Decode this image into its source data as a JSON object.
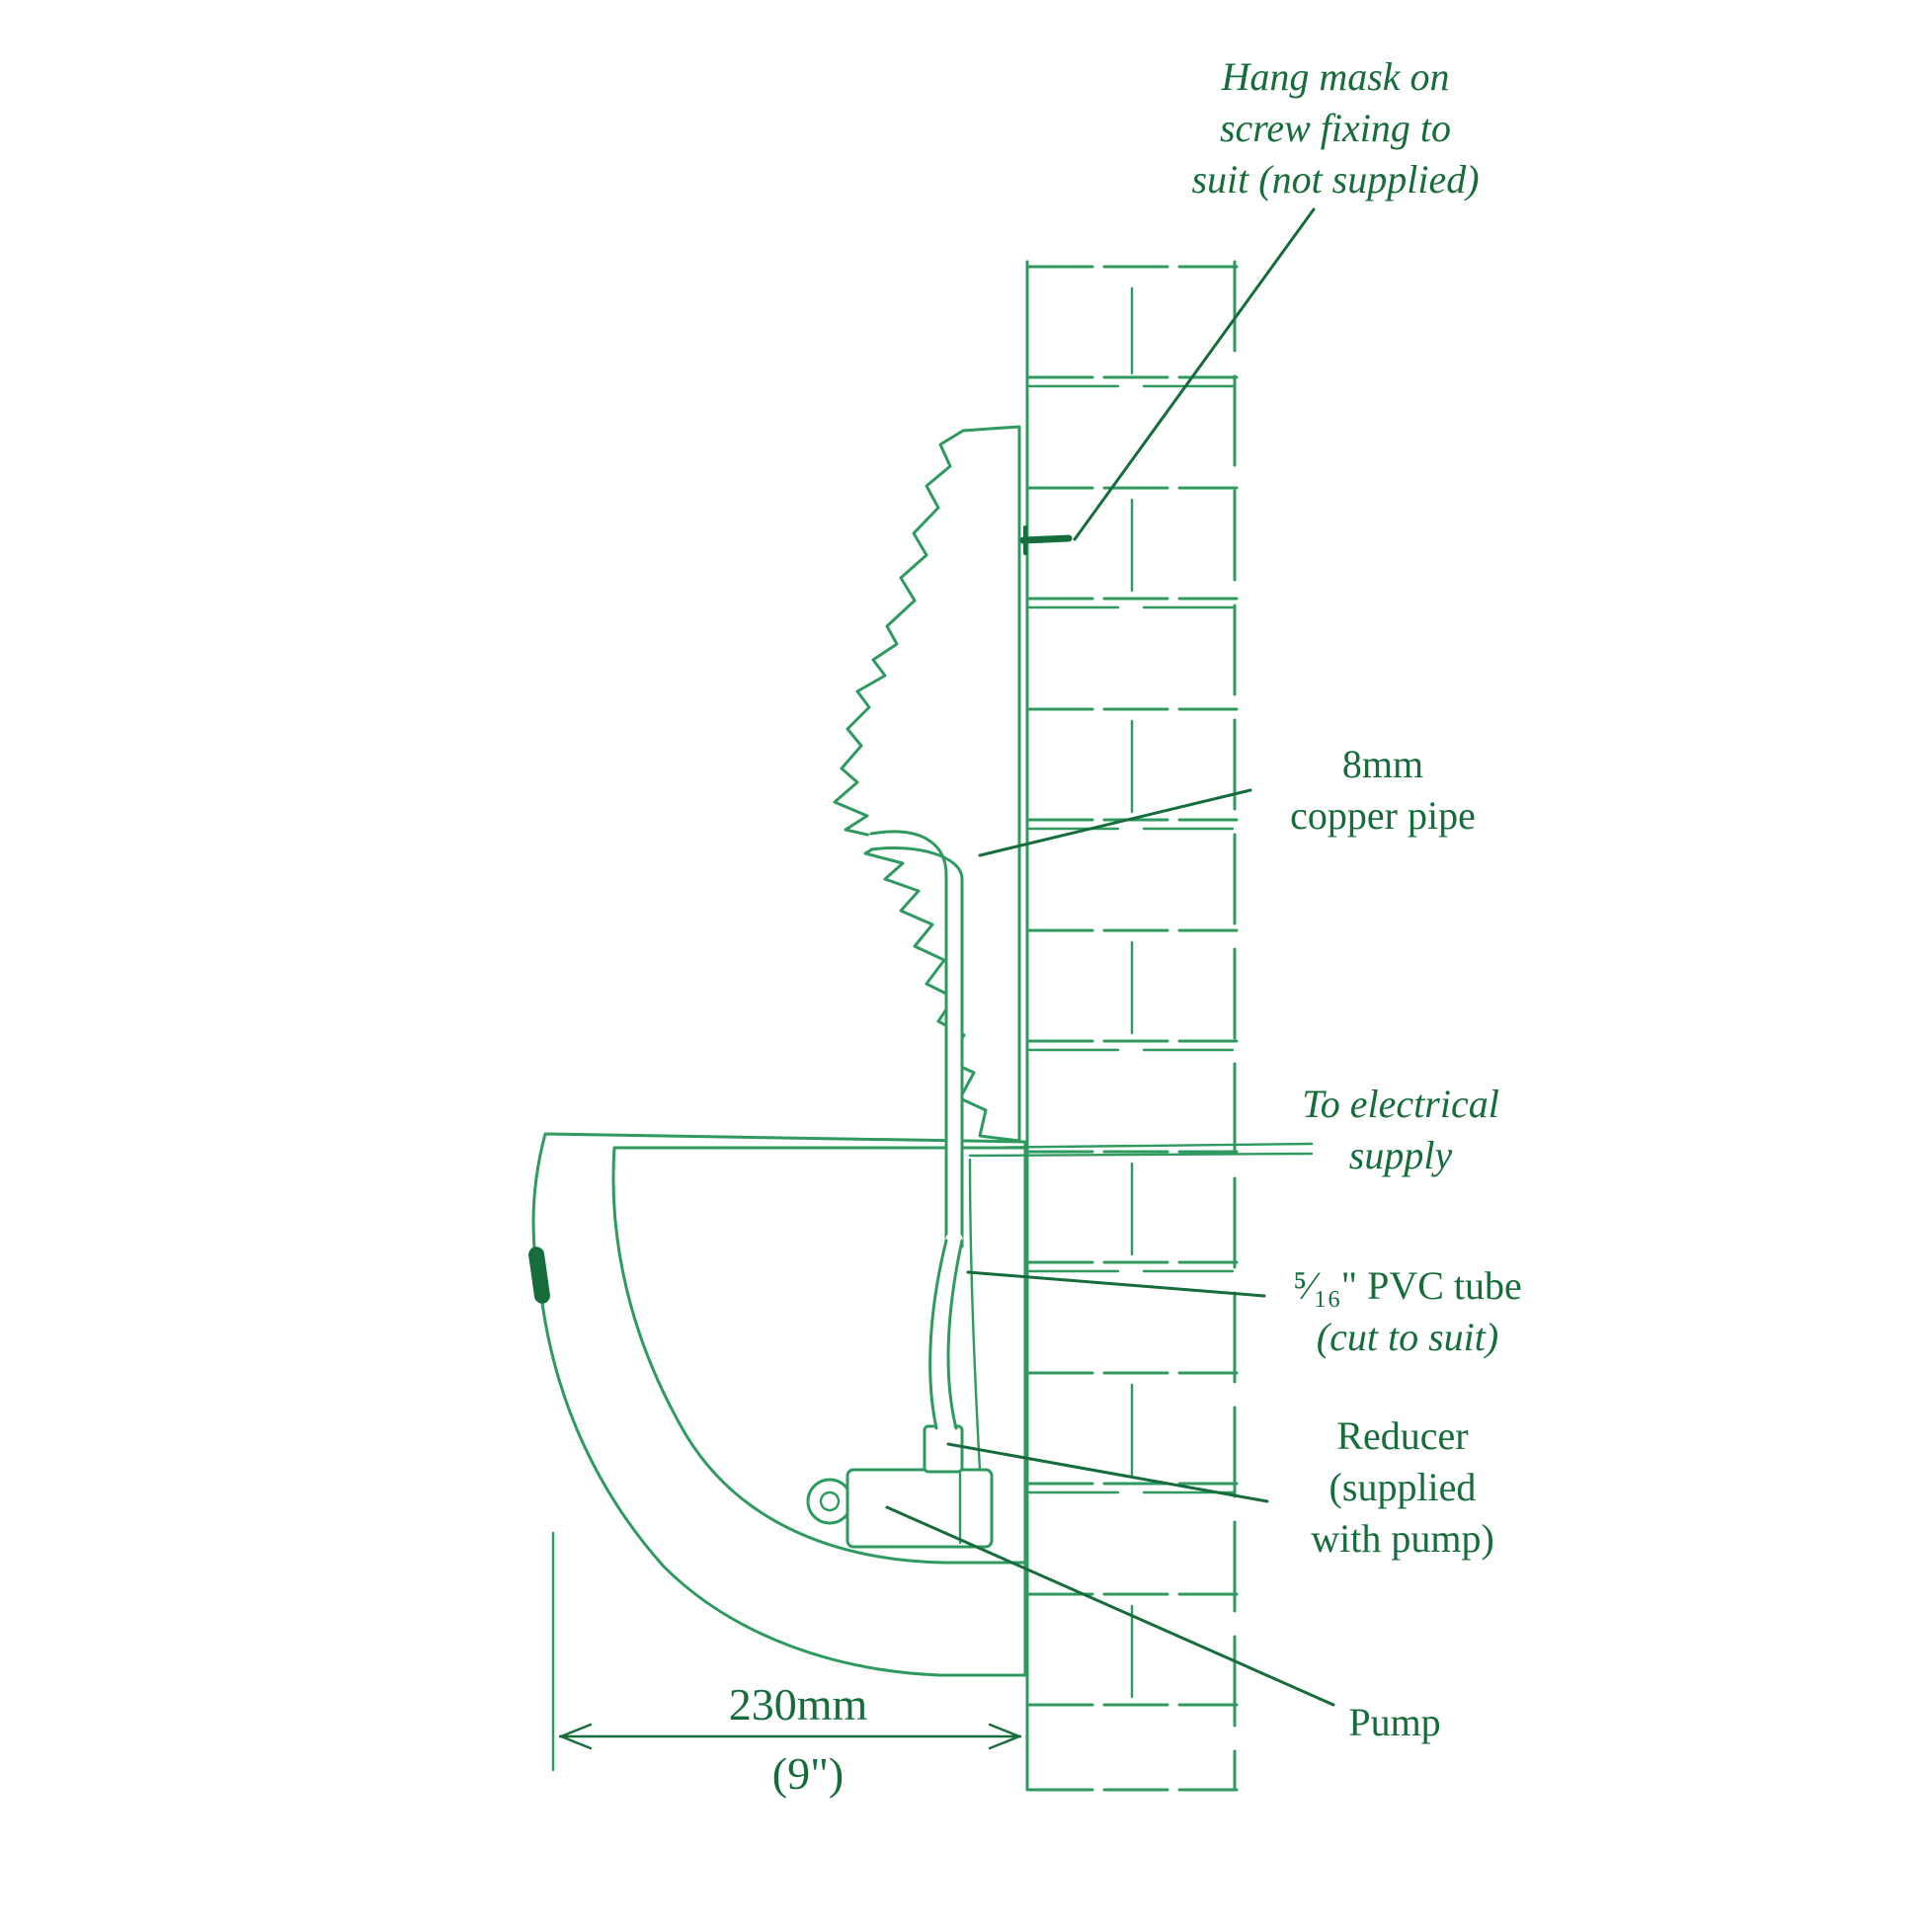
{
  "colors": {
    "ink": "#166c3b",
    "line": "#2f9a60",
    "paper": "#ffffff"
  },
  "labels": {
    "hang_mask": {
      "lines": [
        "Hang mask on",
        "screw fixing to",
        "suit (not supplied)"
      ]
    },
    "copper_pipe": {
      "lines": [
        "8mm",
        "copper pipe"
      ]
    },
    "electrical": {
      "lines": [
        "To electrical",
        "supply"
      ]
    },
    "pvc_tube": {
      "line1": "⁵⁄₁₆\" PVC tube",
      "line2": "(cut to suit)"
    },
    "reducer": {
      "lines": [
        "Reducer",
        "(supplied",
        "with pump)"
      ]
    },
    "pump": {
      "text": "Pump"
    },
    "dimension": {
      "metric": "230mm",
      "imperial": "(9\")"
    }
  }
}
